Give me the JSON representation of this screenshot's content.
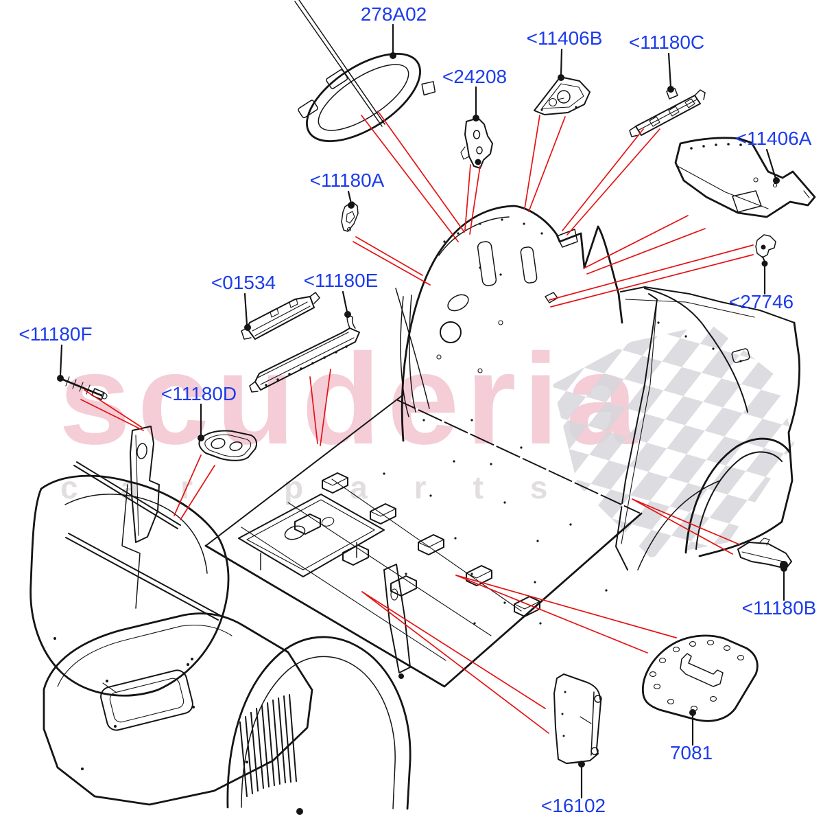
{
  "figure_title": "exploded parts diagram",
  "watermark": {
    "brand": "scuderia",
    "sub_left": "car",
    "sub_right": "parts"
  },
  "colors": {
    "label_blue": "#1c3cec",
    "leader_red": "#e51212",
    "line_black": "#151515",
    "watermark_pink": "#eba4b6",
    "watermark_gray": "#cfc6c9",
    "checker_gray": "#d6d6dc"
  },
  "labels": [
    {
      "id": "278A02",
      "text": "278A02"
    },
    {
      "id": "24208",
      "text": "<24208"
    },
    {
      "id": "11406B",
      "text": "<11406B"
    },
    {
      "id": "11180C",
      "text": "<11180C"
    },
    {
      "id": "11406A",
      "text": "<11406A"
    },
    {
      "id": "11180A",
      "text": "<11180A"
    },
    {
      "id": "01534",
      "text": "<01534"
    },
    {
      "id": "11180E",
      "text": "<11180E"
    },
    {
      "id": "27746",
      "text": "<27746"
    },
    {
      "id": "11180F",
      "text": "<11180F"
    },
    {
      "id": "11180D",
      "text": "<11180D"
    },
    {
      "id": "11180B",
      "text": "<11180B"
    },
    {
      "id": "7081",
      "text": "7081"
    },
    {
      "id": "16102",
      "text": "<16102"
    }
  ]
}
